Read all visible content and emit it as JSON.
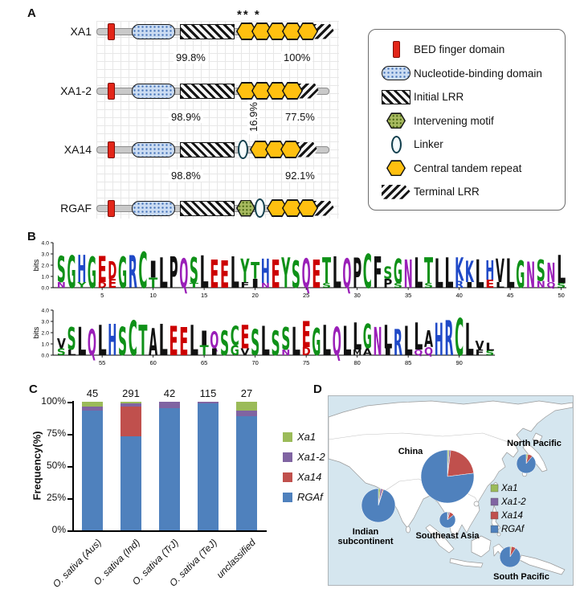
{
  "panel_labels": {
    "a": "A",
    "b": "B",
    "c": "C",
    "d": "D"
  },
  "panelA": {
    "asterisks": "** *",
    "proteins": [
      {
        "name": "XA1",
        "domains": [
          "bed",
          "nbd",
          "initial-lrr",
          "ctr",
          "ctr",
          "ctr",
          "ctr",
          "ctr",
          "terminal-lrr"
        ]
      },
      {
        "name": "XA1-2",
        "domains": [
          "bed",
          "nbd",
          "initial-lrr",
          "ctr",
          "ctr",
          "ctr",
          "ctr",
          "terminal-lrr"
        ]
      },
      {
        "name": "XA14",
        "domains": [
          "bed",
          "nbd",
          "initial-lrr",
          "linker",
          "ctr",
          "ctr",
          "ctr",
          "terminal-lrr"
        ]
      },
      {
        "name": "RGAF",
        "domains": [
          "bed",
          "nbd",
          "initial-lrr",
          "intervening",
          "linker",
          "ctr",
          "ctr",
          "ctr",
          "terminal-lrr"
        ]
      }
    ],
    "identities": {
      "xa1_xa12_left": "99.8%",
      "xa1_xa12_right": "100%",
      "xa12_xa14_left": "98.9%",
      "xa12_xa14_mid": "16.9%",
      "xa12_xa14_right": "77.5%",
      "xa14_rgaf_left": "98.8%",
      "xa14_rgaf_right": "92.1%"
    },
    "legend": [
      {
        "type": "bed",
        "label": "BED finger domain"
      },
      {
        "type": "nbd",
        "label": "Nucleotide-binding domain"
      },
      {
        "type": "initial-lrr",
        "label": "Initial LRR"
      },
      {
        "type": "intervening",
        "label": "Intervening motif"
      },
      {
        "type": "linker",
        "label": "Linker"
      },
      {
        "type": "ctr",
        "label": "Central tandem repeat"
      },
      {
        "type": "terminal-lrr",
        "label": "Terminal LRR"
      }
    ]
  },
  "panelB": {
    "ylabel": "bits",
    "ymax": 4,
    "aa_colors": {
      "A": "#111111",
      "V": "#111111",
      "L": "#111111",
      "I": "#111111",
      "P": "#111111",
      "W": "#111111",
      "F": "#111111",
      "M": "#111111",
      "G": "#0f9118",
      "S": "#0f9118",
      "T": "#0f9118",
      "Y": "#0f9118",
      "C": "#0f9118",
      "N": "#9a1fb8",
      "Q": "#9a1fb8",
      "K": "#1f49c7",
      "R": "#1f49c7",
      "H": "#1f49c7",
      "D": "#cc0000",
      "E": "#cc0000"
    },
    "rows": [
      {
        "start_position": 1,
        "stacks": [
          [
            [
              "S",
              2.3
            ],
            [
              "N",
              0.5
            ]
          ],
          [
            [
              "G",
              2.9
            ]
          ],
          [
            [
              "H",
              2.4
            ],
            [
              "Y",
              0.5
            ]
          ],
          [
            [
              "G",
              2.8
            ]
          ],
          [
            [
              "E",
              2.3
            ],
            [
              "D",
              0.5
            ]
          ],
          [
            [
              "D",
              1.6
            ],
            [
              "E",
              0.8
            ]
          ],
          [
            [
              "G",
              2.8
            ]
          ],
          [
            [
              "R",
              2.9
            ]
          ],
          [
            [
              "C",
              3.2
            ]
          ],
          [
            [
              "I",
              1.5
            ],
            [
              "T",
              0.9
            ]
          ],
          [
            [
              "L",
              2.7
            ]
          ],
          [
            [
              "P",
              2.8
            ]
          ],
          [
            [
              "Q",
              2.6
            ]
          ],
          [
            [
              "S",
              2.3
            ],
            [
              "T",
              0.4
            ]
          ],
          [
            [
              "L",
              2.9
            ]
          ],
          [
            [
              "E",
              2.5
            ]
          ],
          [
            [
              "E",
              2.4
            ]
          ],
          [
            [
              "L",
              2.8
            ]
          ],
          [
            [
              "Y",
              2.1
            ],
            [
              "F",
              0.5
            ]
          ],
          [
            [
              "T",
              1.5
            ],
            [
              "I",
              0.8
            ]
          ],
          [
            [
              "H",
              2.2
            ],
            [
              "N",
              0.4
            ]
          ],
          [
            [
              "E",
              2.5
            ]
          ],
          [
            [
              "Y",
              2.7
            ]
          ],
          [
            [
              "S",
              2.4
            ]
          ],
          [
            [
              "Q",
              2.6
            ]
          ],
          [
            [
              "E",
              2.5
            ]
          ],
          [
            [
              "T",
              2.3
            ],
            [
              "S",
              0.4
            ]
          ],
          [
            [
              "L",
              2.8
            ]
          ],
          [
            [
              "Q",
              2.6
            ]
          ],
          [
            [
              "P",
              2.7
            ]
          ],
          [
            [
              "C",
              3.0
            ]
          ],
          [
            [
              "F",
              2.8
            ]
          ],
          [
            [
              "S",
              1.1
            ],
            [
              "P",
              0.8
            ]
          ],
          [
            [
              "G",
              2.2
            ],
            [
              "S",
              0.4
            ]
          ],
          [
            [
              "N",
              2.5
            ]
          ],
          [
            [
              "L",
              2.7
            ]
          ],
          [
            [
              "T",
              2.3
            ],
            [
              "S",
              0.4
            ]
          ],
          [
            [
              "L",
              2.6
            ]
          ],
          [
            [
              "L",
              2.7
            ]
          ],
          [
            [
              "K",
              2.1
            ],
            [
              "R",
              0.6
            ]
          ],
          [
            [
              "K",
              1.9
            ],
            [
              "I",
              0.5
            ]
          ],
          [
            [
              "L",
              2.5
            ]
          ],
          [
            [
              "H",
              1.7
            ],
            [
              "E",
              0.7
            ]
          ],
          [
            [
              "V",
              2.1
            ],
            [
              "L",
              0.5
            ]
          ],
          [
            [
              "L",
              2.6
            ]
          ],
          [
            [
              "G",
              2.4
            ]
          ],
          [
            [
              "N",
              2.3
            ]
          ],
          [
            [
              "S",
              1.9
            ],
            [
              "N",
              0.6
            ]
          ],
          [
            [
              "N",
              1.7
            ],
            [
              "Q",
              0.5
            ]
          ],
          [
            [
              "L",
              2.5
            ],
            [
              "S",
              0.4
            ]
          ]
        ]
      },
      {
        "start_position": 51,
        "stacks": [
          [
            [
              "V",
              0.9
            ],
            [
              "S",
              0.6
            ]
          ],
          [
            [
              "S",
              2.0
            ],
            [
              "L",
              0.5
            ]
          ],
          [
            [
              "L",
              2.5
            ]
          ],
          [
            [
              "Q",
              2.3
            ]
          ],
          [
            [
              "L",
              2.7
            ]
          ],
          [
            [
              "H",
              2.8
            ]
          ],
          [
            [
              "S",
              2.5
            ]
          ],
          [
            [
              "C",
              3.1
            ]
          ],
          [
            [
              "T",
              2.7
            ]
          ],
          [
            [
              "A",
              2.4
            ]
          ],
          [
            [
              "L",
              2.8
            ]
          ],
          [
            [
              "E",
              2.6
            ]
          ],
          [
            [
              "E",
              2.5
            ]
          ],
          [
            [
              "L",
              2.7
            ]
          ],
          [
            [
              "I",
              1.3
            ],
            [
              "T",
              0.9
            ]
          ],
          [
            [
              "Q",
              1.5
            ],
            [
              "I",
              0.6
            ]
          ],
          [
            [
              "S",
              2.2
            ]
          ],
          [
            [
              "C",
              1.7
            ],
            [
              "G",
              0.9
            ]
          ],
          [
            [
              "E",
              2.1
            ],
            [
              "V",
              0.6
            ]
          ],
          [
            [
              "S",
              2.3
            ]
          ],
          [
            [
              "L",
              2.6
            ]
          ],
          [
            [
              "S",
              2.2
            ]
          ],
          [
            [
              "S",
              2.0
            ],
            [
              "N",
              0.5
            ]
          ],
          [
            [
              "L",
              2.5
            ]
          ],
          [
            [
              "E",
              2.3
            ],
            [
              "D",
              0.7
            ]
          ],
          [
            [
              "G",
              2.4
            ]
          ],
          [
            [
              "L",
              2.7
            ]
          ],
          [
            [
              "Q",
              2.5
            ]
          ],
          [
            [
              "L",
              2.6
            ]
          ],
          [
            [
              "L",
              2.4
            ],
            [
              "M",
              0.5
            ]
          ],
          [
            [
              "G",
              2.2
            ],
            [
              "A",
              0.6
            ]
          ],
          [
            [
              "N",
              2.5
            ]
          ],
          [
            [
              "L",
              2.1
            ],
            [
              "I",
              0.6
            ]
          ],
          [
            [
              "R",
              2.3
            ]
          ],
          [
            [
              "L",
              2.6
            ]
          ],
          [
            [
              "L",
              2.4
            ],
            [
              "Q",
              0.5
            ]
          ],
          [
            [
              "A",
              1.5
            ],
            [
              "Q",
              0.7
            ]
          ],
          [
            [
              "H",
              2.9
            ]
          ],
          [
            [
              "R",
              3.1
            ]
          ],
          [
            [
              "C",
              3.3
            ]
          ],
          [
            [
              "L",
              2.9
            ]
          ],
          [
            [
              "V",
              0.8
            ],
            [
              "F",
              0.5
            ]
          ],
          [
            [
              "L",
              0.7
            ],
            [
              "S",
              0.4
            ]
          ]
        ]
      }
    ]
  },
  "chart_data": [
    {
      "id": "frequency_by_group",
      "type": "bar",
      "stacked": true,
      "title": "",
      "xlabel": "",
      "ylabel": "Frequency(%)",
      "ylim": [
        0,
        100
      ],
      "yticks": [
        "0%",
        "25%",
        "50%",
        "75%",
        "100%"
      ],
      "categories": [
        "O. sativa (Aus)",
        "O. sativa (Ind)",
        "O. sativa (TrJ)",
        "O. sativa (TeJ)",
        "unclassified"
      ],
      "counts": [
        45,
        291,
        42,
        115,
        27
      ],
      "series": [
        {
          "name": "Xa1",
          "color": "#9bbb59",
          "values": [
            4,
            1,
            0,
            0,
            7
          ]
        },
        {
          "name": "Xa1-2",
          "color": "#8064a2",
          "values": [
            3,
            3,
            5,
            1,
            4
          ]
        },
        {
          "name": "Xa14",
          "color": "#c0504d",
          "values": [
            0,
            23,
            0,
            0,
            0
          ]
        },
        {
          "name": "RGAf",
          "color": "#4f81bd",
          "values": [
            93,
            73,
            95,
            99,
            89
          ]
        }
      ],
      "legend_position": "right",
      "grid": false
    },
    {
      "id": "regional_composition",
      "type": "pie",
      "series_order": [
        "Xa1",
        "Xa1-2",
        "Xa14",
        "RGAf"
      ],
      "colors": {
        "Xa1": "#9bbb59",
        "Xa1-2": "#8064a2",
        "Xa14": "#c0504d",
        "RGAf": "#4f81bd"
      },
      "sea_color": "#d5e6ef",
      "land_color": "#ffffff",
      "pies": [
        {
          "id": "north_pacific",
          "label": "North Pacific",
          "values": {
            "Xa1": 3,
            "Xa1-2": 0,
            "Xa14": 8,
            "RGAf": 89
          }
        },
        {
          "id": "china",
          "label": "China",
          "values": {
            "Xa1": 1,
            "Xa1-2": 1,
            "Xa14": 21,
            "RGAf": 77
          }
        },
        {
          "id": "indian_subcontinent",
          "label": "Indian subcontinent",
          "values": {
            "Xa1": 2,
            "Xa1-2": 2,
            "Xa14": 1,
            "RGAf": 95
          }
        },
        {
          "id": "southeast_asia",
          "label": "Southeast Asia",
          "values": {
            "Xa1": 2,
            "Xa1-2": 3,
            "Xa14": 9,
            "RGAf": 86
          }
        },
        {
          "id": "south_pacific",
          "label": "South Pacific",
          "values": {
            "Xa1": 2,
            "Xa1-2": 0,
            "Xa14": 7,
            "RGAf": 91
          }
        }
      ],
      "legend": [
        "Xa1",
        "Xa1-2",
        "Xa14",
        "RGAf"
      ]
    }
  ]
}
